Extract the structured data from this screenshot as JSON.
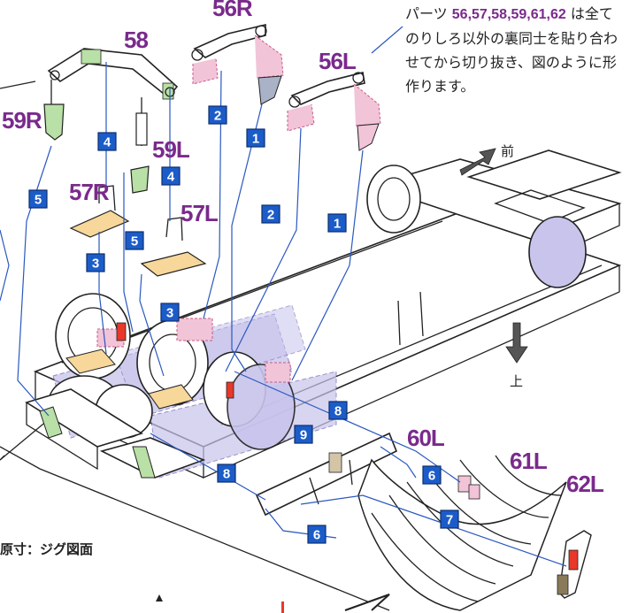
{
  "note": {
    "prefix": "パーツ ",
    "parts": "56,57,58,59,61,62",
    "suffix": " は全てのりしろ以外の裏同士を貼り合わせてから切り抜き、図のように形作ります。"
  },
  "dimension_caption": "原寸：ジグ図面",
  "directions": {
    "front": "前",
    "up": "上"
  },
  "part_labels": [
    "56R",
    "58",
    "56L",
    "59R",
    "59L",
    "57R",
    "57L",
    "60L",
    "61L",
    "62L"
  ],
  "steps": [
    "1",
    "2",
    "3",
    "4",
    "5",
    "6",
    "7",
    "8",
    "9"
  ],
  "colors": {
    "part_label": "#7a2a8c",
    "step_box": "#1b5cc8",
    "guide_line": "#2a58c0",
    "pink": "#f2c4d8",
    "green": "#b9e0a6",
    "yellow": "#f7d79a",
    "lavender": "#c8c4ec",
    "red": "#e8382a"
  }
}
